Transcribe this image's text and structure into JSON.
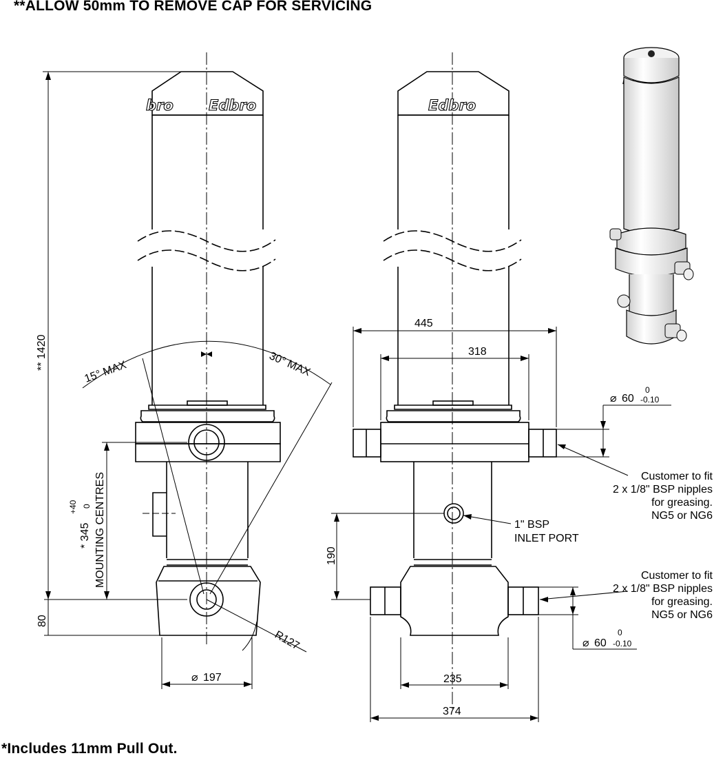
{
  "notes": {
    "top": "**ALLOW 50mm TO REMOVE CAP FOR SERVICING",
    "bottom": "*Includes 11mm Pull Out."
  },
  "brand": "Edbro",
  "brand_partial": "bro",
  "dimensions": {
    "overall_length": "** 1420",
    "mounting_centres_value": "* 345",
    "mounting_centres_tol_upper": "+40",
    "mounting_centres_tol_lower": "0",
    "mounting_centres_label": "MOUNTING CENTRES",
    "base_height": "80",
    "base_diameter": "197",
    "radius": "R127",
    "angle_left": "15° MAX",
    "angle_right": "30° MAX",
    "width_overall": "445",
    "width_body": "318",
    "trunnion_dia": "60",
    "trunnion_tol_upper": "0",
    "trunnion_tol_lower": "-0.10",
    "inlet_height": "190",
    "base_width": "235",
    "base_width_overall": "374"
  },
  "callouts": {
    "grease_upper": [
      "Customer to fit",
      "2 x 1/8\" BSP nipples",
      "for greasing.",
      "NG5 or NG6"
    ],
    "grease_lower": [
      "Customer to fit",
      "2 x 1/8\" BSP nipples",
      "for greasing.",
      "NG5 or NG6"
    ],
    "inlet": [
      "1\" BSP",
      "INLET PORT"
    ]
  },
  "symbols": {
    "diameter": "⌀"
  }
}
